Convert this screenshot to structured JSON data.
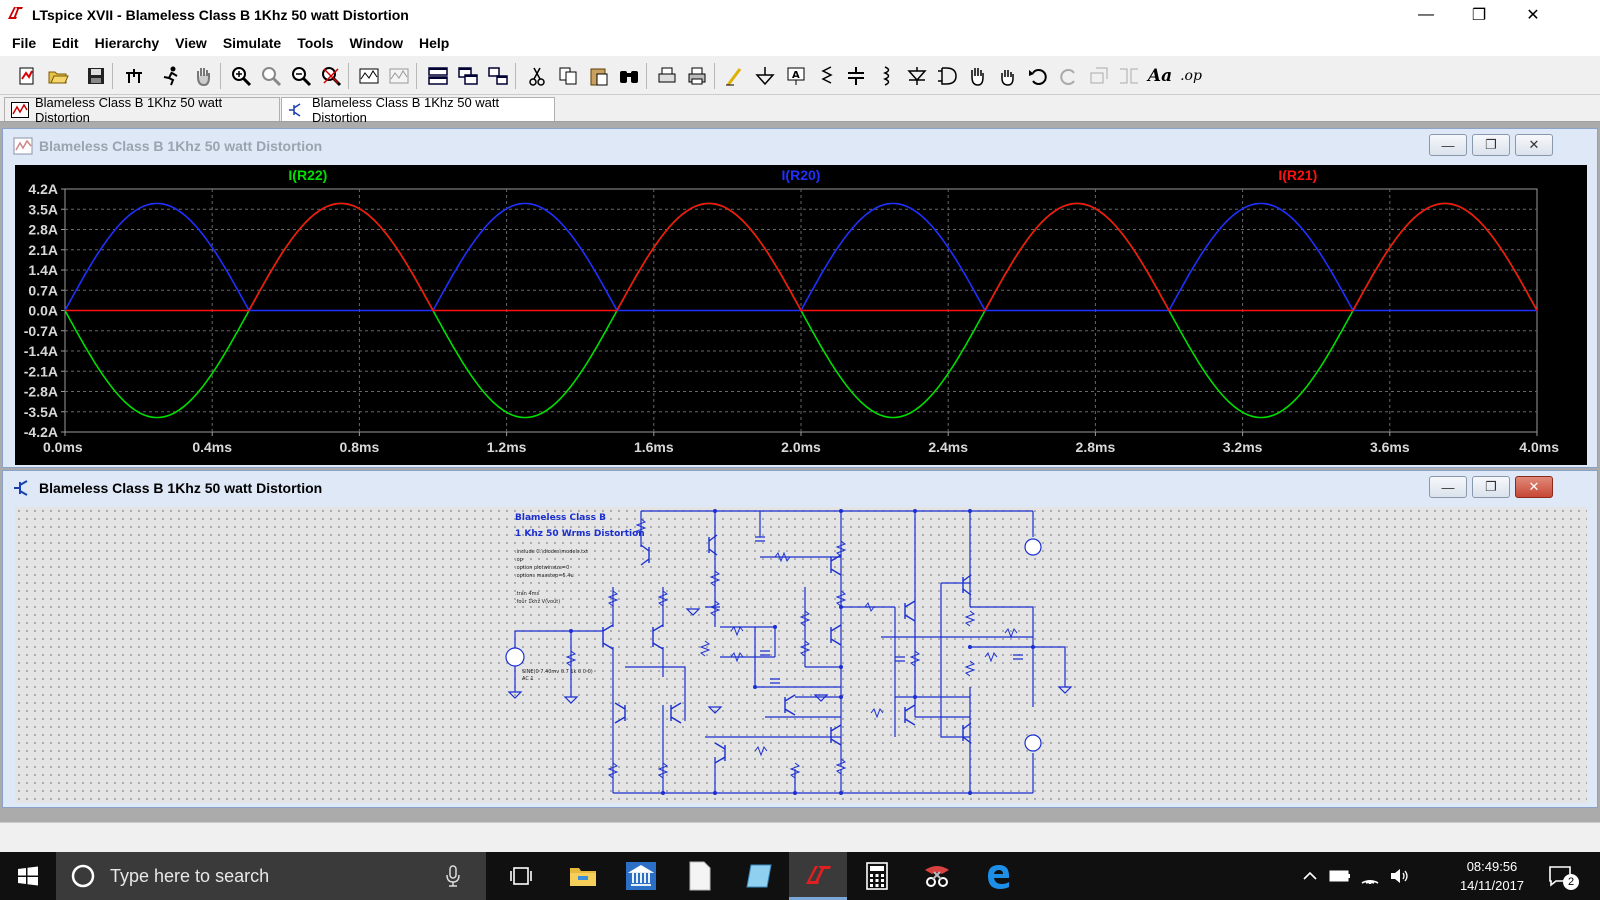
{
  "window": {
    "title": "LTspice XVII - Blameless Class B 1Khz 50 watt Distortion",
    "controls": {
      "minimize": "—",
      "maximize": "❐",
      "close": "✕"
    }
  },
  "menu": [
    {
      "label": "File"
    },
    {
      "label": "Edit"
    },
    {
      "label": "Hierarchy"
    },
    {
      "label": "View"
    },
    {
      "label": "Simulate"
    },
    {
      "label": "Tools"
    },
    {
      "label": "Window"
    },
    {
      "label": "Help"
    }
  ],
  "toolbar": {
    "icons": [
      "new-schematic",
      "open",
      "save",
      "control-panel",
      "run",
      "halt",
      "zoom-in",
      "zoom-area",
      "zoom-out",
      "zoom-fit",
      "autorange-y",
      "zoom-back",
      "tile-horizontal",
      "tile-vertical",
      "cascade",
      "cut",
      "copy",
      "paste",
      "find",
      "print-preview",
      "print",
      "draw-wire",
      "ground",
      "label-net",
      "resistor",
      "capacitor",
      "inductor",
      "diode",
      "component",
      "move",
      "drag",
      "undo",
      "redo",
      "rotate",
      "mirror",
      "text",
      "spice-directive"
    ],
    "label_text": "Aa",
    "directive_text": ".op"
  },
  "doc_tabs": [
    {
      "label": "Blameless Class B 1Khz 50 watt Distortion",
      "kind": "waveform"
    },
    {
      "label": "Blameless Class B 1Khz 50 watt Distortion",
      "kind": "schematic",
      "active": true
    }
  ],
  "plot_window": {
    "title": "Blameless Class B 1Khz 50 watt Distortion",
    "buttons": {
      "min": "—",
      "max": "❐",
      "close": "✕"
    }
  },
  "schematic_window": {
    "title": "Blameless Class B 1Khz 50 watt Distortion",
    "buttons": {
      "min": "—",
      "max": "❐",
      "close": "✕"
    },
    "text": {
      "title1": "Blameless Class B",
      "title2": "1 Khz 50 Wrms Distortion",
      "directives": [
        ".include C:\\diodes\\models.txt",
        ".op",
        ".option plotwinsize=0",
        ".options maxstep=5.4u",
        ".tran 4ms",
        ".four 1khz V(vout)"
      ],
      "source_label": "SINE(0 7.40mv 0.7 1k 0 0 0)",
      "ac_label": "AC 1"
    }
  },
  "chart_data": {
    "type": "line",
    "title": "",
    "xlabel": "",
    "ylabel": "",
    "xlim": [
      0,
      4.0
    ],
    "ylim": [
      -4.2,
      4.2
    ],
    "x_ticks": [
      "0.0ms",
      "0.4ms",
      "0.8ms",
      "1.2ms",
      "1.6ms",
      "2.0ms",
      "2.4ms",
      "2.8ms",
      "3.2ms",
      "3.6ms",
      "4.0ms"
    ],
    "y_ticks": [
      "4.2A",
      "3.5A",
      "2.8A",
      "2.1A",
      "1.4A",
      "0.7A",
      "0.0A",
      "-0.7A",
      "-1.4A",
      "-2.1A",
      "-2.8A",
      "-3.5A",
      "-4.2A"
    ],
    "grid": true,
    "background": "#000000",
    "series": [
      {
        "name": "I(R22)",
        "color": "#00e000",
        "kind": "sine",
        "amplitude": 3.7,
        "frequency_khz": 1,
        "phase_deg": 180
      },
      {
        "name": "I(R20)",
        "color": "#2030ff",
        "kind": "half-wave",
        "peak": 3.7,
        "frequency_khz": 1,
        "phase_deg": 0
      },
      {
        "name": "I(R21)",
        "color": "#ff1010",
        "kind": "half-wave",
        "peak": 3.7,
        "frequency_khz": 1,
        "phase_deg": 180
      }
    ]
  },
  "taskbar": {
    "search_placeholder": "Type here to search",
    "time": "08:49:56",
    "date": "14/11/2017",
    "notification_count": "2"
  }
}
